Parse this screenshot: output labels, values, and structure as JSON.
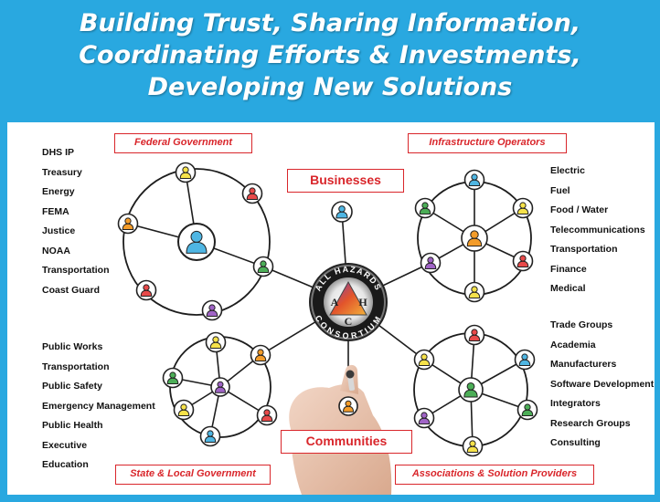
{
  "title": {
    "line1": "Building Trust, Sharing Information,",
    "line2": "Coordinating Efforts & Investments,",
    "line3": "Developing New Solutions"
  },
  "groups": {
    "federal": {
      "label": "Federal Government",
      "items": [
        "DHS IP",
        "Treasury",
        "Energy",
        "FEMA",
        "Justice",
        "NOAA",
        "Transportation",
        "Coast Guard"
      ]
    },
    "infrastructure": {
      "label": "Infrastructure Operators",
      "items": [
        "Electric",
        "Fuel",
        "Food / Water",
        "Telecommunications",
        "Transportation",
        "Finance",
        "Medical"
      ]
    },
    "state_local": {
      "label": "State & Local  Government",
      "items": [
        "Public Works",
        "Transportation",
        "Public Safety",
        "Emergency Management",
        "Public Health",
        "Executive",
        "Education"
      ]
    },
    "associations": {
      "label": "Associations & Solution Providers",
      "items": [
        "Trade Groups",
        "Academia",
        "Manufacturers",
        "Software Development",
        "Integrators",
        "Research Groups",
        "Consulting"
      ]
    }
  },
  "center": {
    "businesses": "Businesses",
    "communities": "Communities",
    "logo_ring_top": "ALL HAZARDS",
    "logo_ring_bottom": "CONSORTIUM",
    "logo_letters": [
      "A",
      "H",
      "C"
    ]
  },
  "colors": {
    "background": "#29a8e0",
    "label_red": "#d9262b",
    "person_colors": [
      "#f6e24a",
      "#e84a4a",
      "#f39c2a",
      "#4fb6e3",
      "#4cae57",
      "#a064c6"
    ]
  }
}
